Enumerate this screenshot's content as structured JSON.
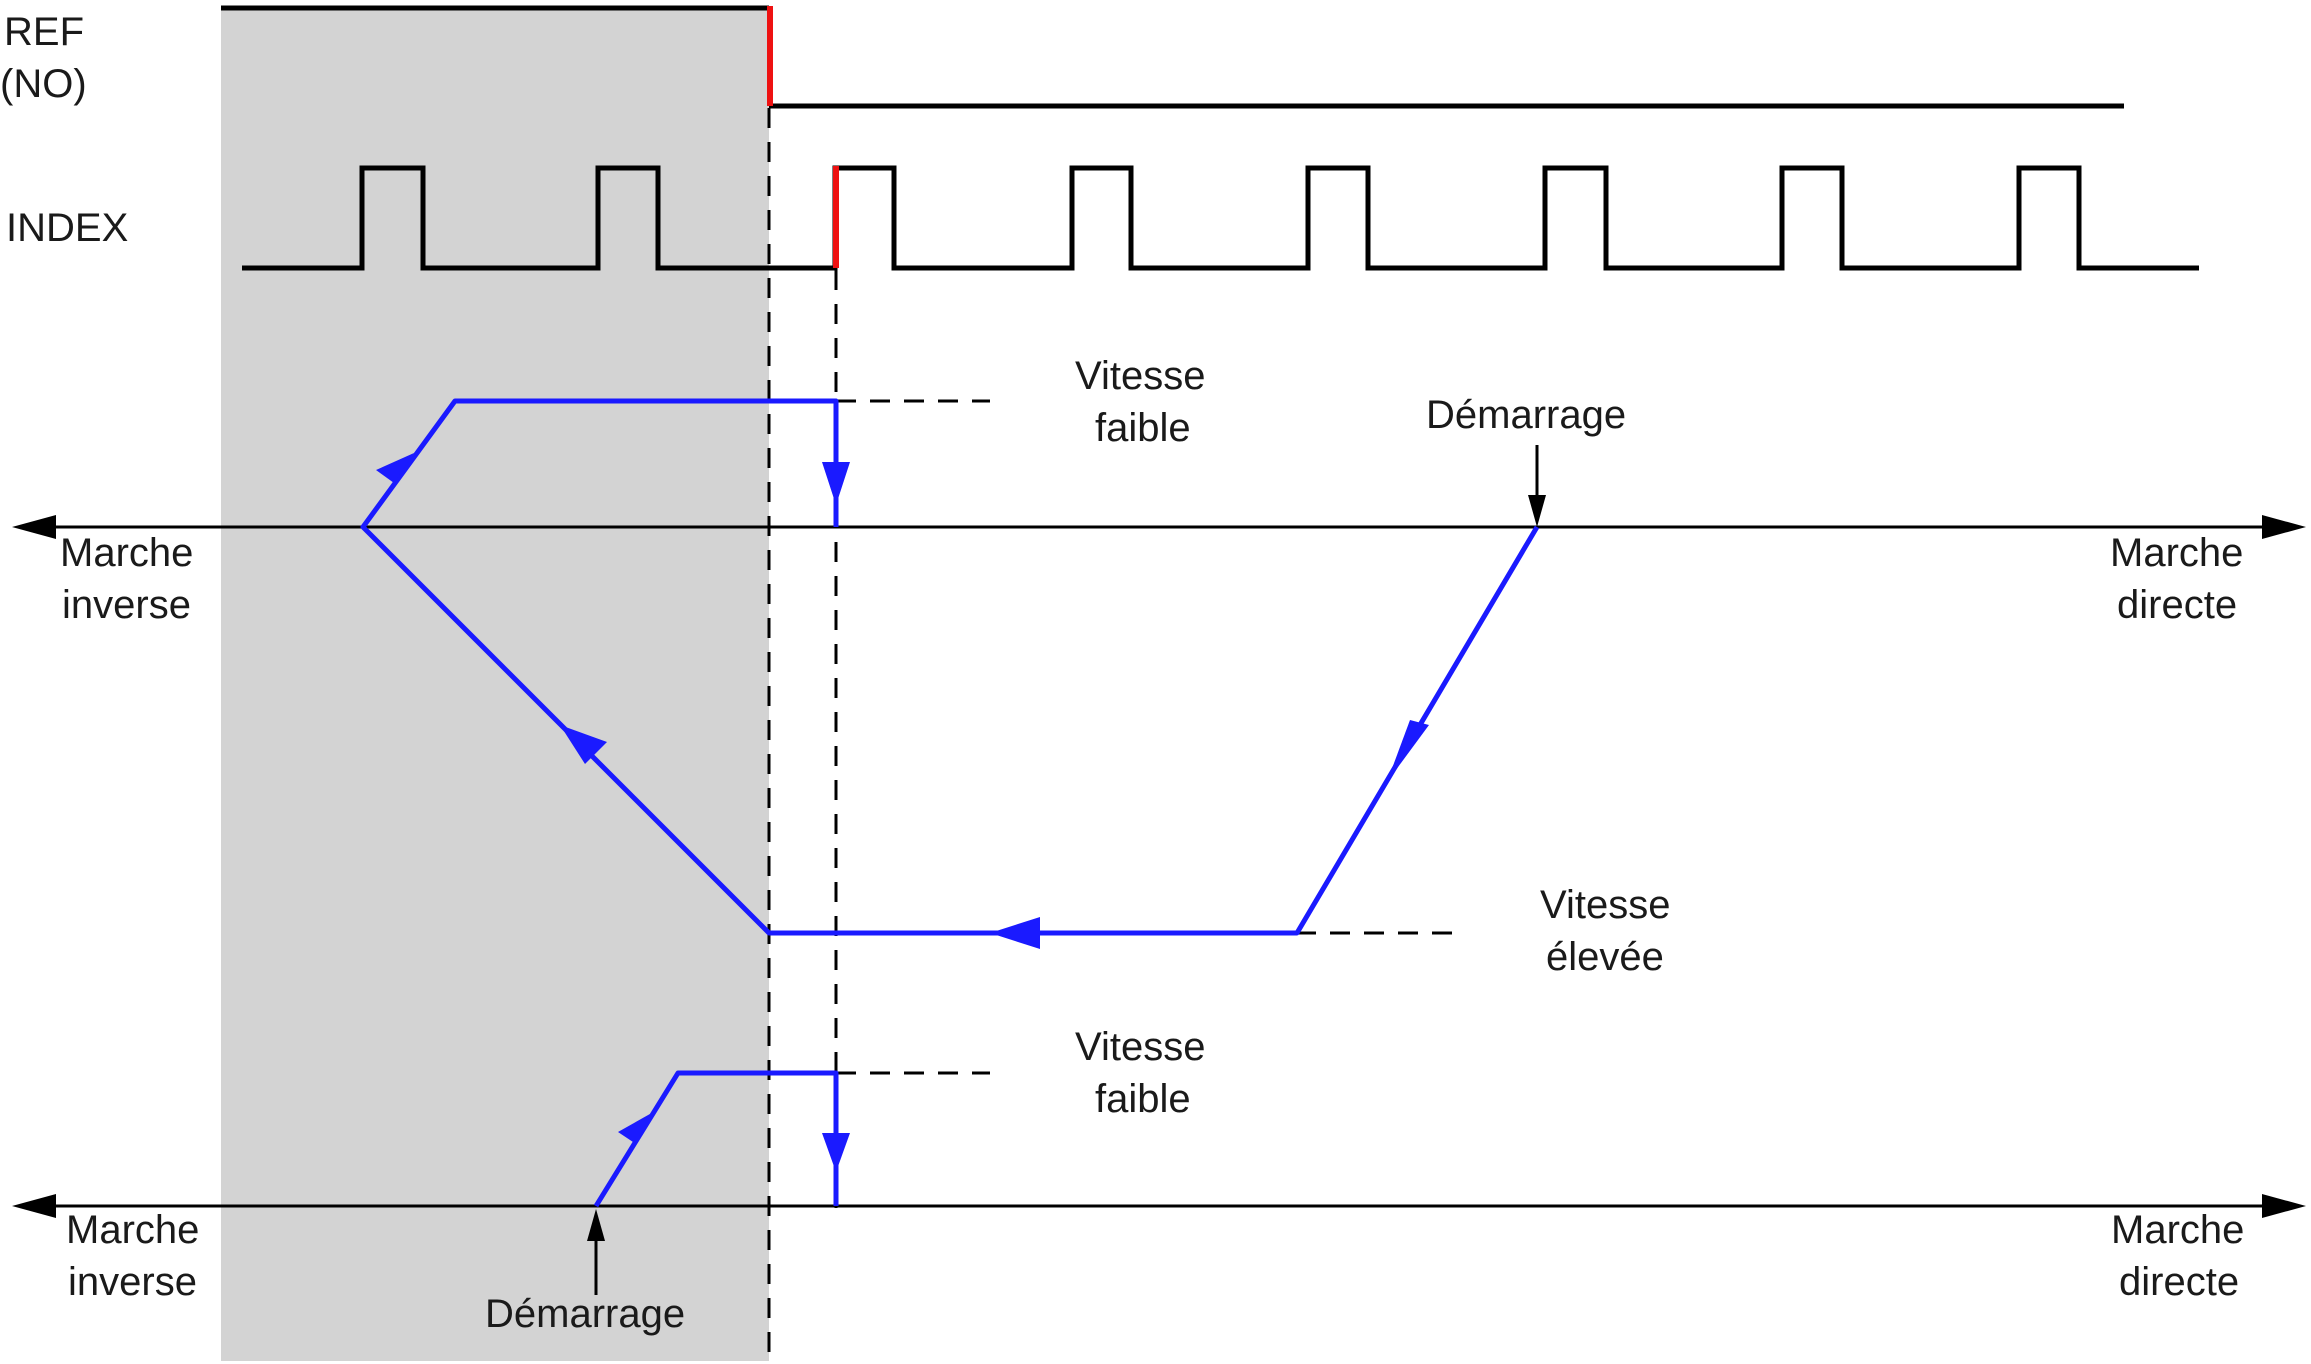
{
  "colors": {
    "shade": "#d3d3d3",
    "signal": "#000000",
    "trajectory": "#1a1aff",
    "edge": "#ee1111"
  },
  "signals": {
    "ref_label_1": "REF",
    "ref_label_2": "(NO)",
    "index_label": "INDEX"
  },
  "axes": {
    "upper": {
      "left_1": "Marche",
      "left_2": "inverse",
      "right_1": "Marche",
      "right_2": "directe"
    },
    "lower": {
      "left_1": "Marche",
      "left_2": "inverse",
      "right_1": "Marche",
      "right_2": "directe"
    }
  },
  "labels": {
    "low_speed_upper_1": "Vitesse",
    "low_speed_upper_2": "faible",
    "start_upper": "Démarrage",
    "high_speed_1": "Vitesse",
    "high_speed_2": "élevée",
    "low_speed_lower_1": "Vitesse",
    "low_speed_lower_2": "faible",
    "start_lower": "Démarrage"
  }
}
